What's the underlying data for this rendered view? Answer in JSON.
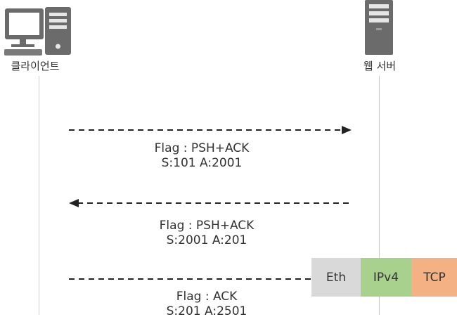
{
  "nodes": {
    "client": {
      "label": "클라이언트",
      "icon": "desktop-computer-icon"
    },
    "server": {
      "label": "웹 서버",
      "icon": "server-tower-icon"
    }
  },
  "messages": [
    {
      "direction": "client-to-server",
      "flag": "Flag : PSH+ACK",
      "seq_ack": "S:101 A:2001"
    },
    {
      "direction": "server-to-client",
      "flag": "Flag : PSH+ACK",
      "seq_ack": "S:2001 A:201"
    },
    {
      "direction": "client-to-server",
      "flag": "Flag : ACK",
      "seq_ack": "S:201 A:2501"
    }
  ],
  "packet": {
    "segments": [
      {
        "label": "Eth",
        "color": "#d9d9d9"
      },
      {
        "label": "IPv4",
        "color": "#a9d18e"
      },
      {
        "label": "TCP",
        "color": "#f4b183"
      }
    ]
  },
  "colors": {
    "lifeline": "#b9d3dc",
    "arrow": "#222222",
    "icon": "#6b6b6b"
  }
}
